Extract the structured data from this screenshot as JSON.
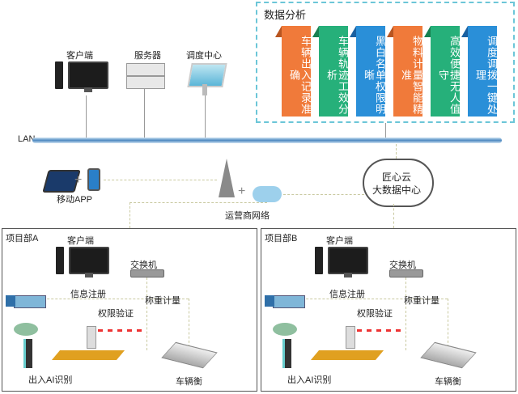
{
  "analysis": {
    "title": "数据分析",
    "items": [
      {
        "label": "车辆出入记录准确",
        "color": "#f07a3a"
      },
      {
        "label": "车辆轨迹工效分析",
        "color": "#26b07a"
      },
      {
        "label": "黑白名单权限明晰",
        "color": "#2a8fd8"
      },
      {
        "label": "物料计量智能精准",
        "color": "#f07a3a"
      },
      {
        "label": "高效便捷无人值守",
        "color": "#26b07a"
      },
      {
        "label": "调度调拨一键处理",
        "color": "#2a8fd8"
      }
    ]
  },
  "top_devices": {
    "client": "客户端",
    "server": "服务器",
    "dispatch": "调度中心"
  },
  "lan_label": "LAN",
  "mobile": "移动APP",
  "carrier": "运营商网络",
  "cloud": {
    "line1": "匠心云",
    "line2": "大数据中心"
  },
  "projects": [
    {
      "title": "项目部A",
      "client": "客户端",
      "switch": "交换机",
      "info_reg": "信息注册",
      "weigh": "称重计量",
      "auth": "权限验证",
      "ai": "出入AI识别",
      "scale": "车辆衡"
    },
    {
      "title": "项目部B",
      "client": "客户端",
      "switch": "交换机",
      "info_reg": "信息注册",
      "weigh": "称重计量",
      "auth": "权限验证",
      "ai": "出入AI识别",
      "scale": "车辆衡"
    }
  ]
}
